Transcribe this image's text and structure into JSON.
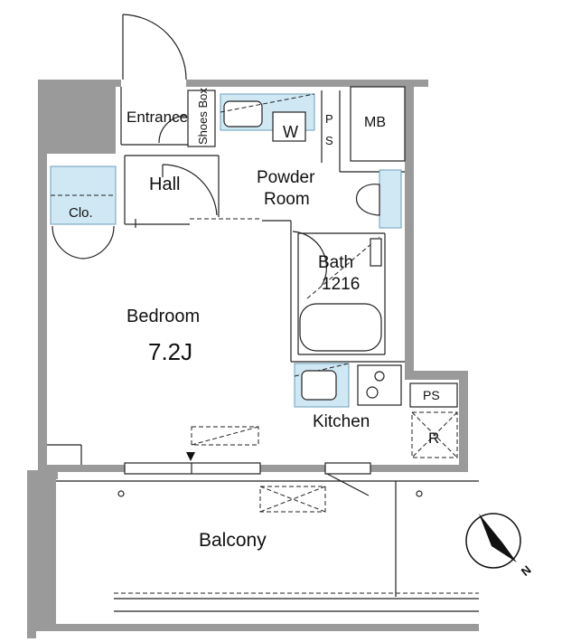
{
  "rooms": {
    "entrance": "Entrance",
    "shoes_box": "Shoes Box",
    "washer": "W",
    "ps_top": "P S",
    "mb": "MB",
    "hall": "Hall",
    "powder_room_line1": "Powder",
    "powder_room_line2": "Room",
    "closet": "Clo.",
    "bath_line1": "Bath",
    "bath_line2": "1216",
    "bedroom": "Bedroom",
    "bedroom_size": "7.2J",
    "ps_kitchen": "PS",
    "kitchen": "Kitchen",
    "refrigerator": "R",
    "balcony": "Balcony",
    "compass": "N"
  },
  "colors": {
    "wall": "#9a9a9a",
    "fixture_blue": "#cfe8f4"
  }
}
